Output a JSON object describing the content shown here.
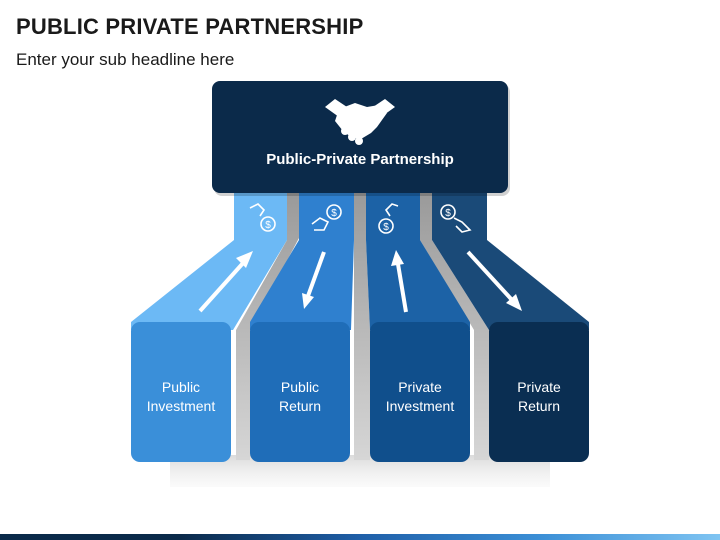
{
  "header": {
    "title": "PUBLIC PRIVATE PARTNERSHIP",
    "subtitle": "Enter your sub headline here"
  },
  "top_box": {
    "label": "Public-Private Partnership",
    "icon": "handshake-icon"
  },
  "columns": [
    {
      "line1": "Public",
      "line2": "Investment",
      "color": "#3a8fd9",
      "icon": "hand-coin-icon",
      "arrow": "up"
    },
    {
      "line1": "Public",
      "line2": "Return",
      "color": "#1f6db8",
      "icon": "coin-hand-icon",
      "arrow": "down"
    },
    {
      "line1": "Private",
      "line2": "Investment",
      "color": "#104f8c",
      "icon": "hand-coin-icon",
      "arrow": "up"
    },
    {
      "line1": "Private",
      "line2": "Return",
      "color": "#0a2e52",
      "icon": "coin-hand-icon",
      "arrow": "down"
    }
  ],
  "colors": {
    "top_box": "#0b2a4a",
    "ribbon_1": "#6cb9f5",
    "ribbon_2": "#2f80cf",
    "ribbon_3": "#1c62a6",
    "ribbon_4": "#1a4a78"
  }
}
